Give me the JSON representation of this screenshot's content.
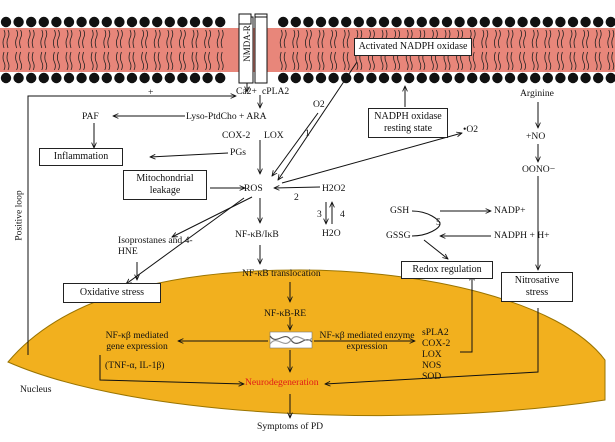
{
  "receptor": {
    "label": "NMDA-R"
  },
  "ions": {
    "calcium": "Ca2+",
    "cpla2": "cPLA2",
    "plus": "+"
  },
  "boxes": {
    "activated_nadph_oxidase": "Activated NADPH oxidase",
    "nadph_oxidase_resting": "NADPH oxidase resting state",
    "inflammation": "Inflammation",
    "mitochondrial_leakage": "Mitochondrial leakage",
    "oxidative_stress": "Oxidative stress",
    "redox_regulation": "Redox regulation",
    "nitrosative_stress": "Nitrosative stress"
  },
  "labels": {
    "paf": "PAF",
    "lyso": "Lyso-PtdCho + ARA",
    "cox2": "COX-2",
    "lox": "LOX",
    "pgs": "PGs",
    "o2": "O2",
    "ros": "ROS",
    "superoxide": "•O2",
    "h2o2": "H2O2",
    "h2o": "H2O",
    "gsh": "GSH",
    "gssg": "GSSG",
    "nadp": "NADP+",
    "nadph": "NADPH + H+",
    "arginine": "Arginine",
    "plus_no": "+NO",
    "peroxynitrite": "OONO−",
    "isoprostanes": "Isoprostanes and 4-HNE",
    "nfkb_ikb": "NF-κB/IκB",
    "nfkb_translocation": "NF-κB translocation",
    "nfkb_re": "NF-κB-RE",
    "gene_expression": "NF-κβ mediated gene expression",
    "cytokines": "(TNF-α, IL-1β)",
    "enzyme_expression": "NF-κβ mediated enzyme expression",
    "enzymes": [
      "sPLA2",
      "COX-2",
      "LOX",
      "NOS",
      "SOD"
    ],
    "neurodegeneration": "Neurodegeneration",
    "nucleus": "Nucleus",
    "symptoms": "Symptoms of PD",
    "positive_loop": "Positive loop",
    "step1": "1",
    "step2": "2",
    "step3": "3",
    "step4": "4",
    "step5": "5"
  },
  "colors": {
    "membrane": "#e8867a",
    "lipid_head": "#111111",
    "nucleus": "#f2b01e",
    "nucleus_border": "#9a7400",
    "neurodegeneration": "#e01818"
  }
}
